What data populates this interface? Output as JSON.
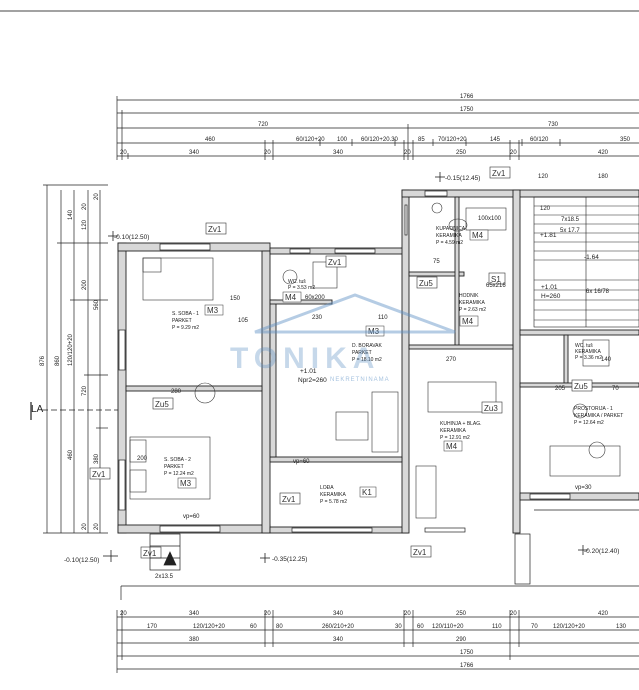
{
  "page": {
    "name": "Floor plan drawing"
  },
  "dimensions": {
    "top": {
      "total_1": "1766",
      "total_2": "1750",
      "seg_720": "720",
      "seg_730": "730",
      "seg_460": "460",
      "o1": "60/120+20",
      "seg_100": "100",
      "o2": "60/120+20.30",
      "seg_85": "85",
      "o3": "70/120+20",
      "seg_145": "145",
      "o4": "60/120",
      "seg_350": "350",
      "w20a": "20",
      "w340a": "340",
      "w20b": "20",
      "w340b": "340",
      "w20c": "20",
      "w250": "250",
      "w20d": "20",
      "w420": "420",
      "w120": "120",
      "w180": "180"
    },
    "bottom": {
      "total_1": "1766",
      "total_2": "1750",
      "w20a": "20",
      "w340a": "340",
      "w20b": "20",
      "w340b": "340",
      "w20c": "20",
      "w250": "250",
      "w20d": "20",
      "w420": "420",
      "s170": "170",
      "o1": "120/120+20",
      "s60": "60",
      "s80": "80",
      "o2": "260/210+20",
      "s30": "30",
      "s60b": "60",
      "o3": "120/110+20",
      "s110": "110",
      "s70": "70",
      "o4": "120/120+20",
      "s130": "130",
      "s380": "380",
      "s340": "340",
      "s290": "290"
    },
    "left": {
      "total": "876",
      "inner": "860",
      "mid": "120/120+20",
      "s720": "720",
      "s560": "560",
      "s460": "460",
      "s140": "140",
      "s20a": "20",
      "s120": "120",
      "s20b": "20",
      "s20c": "20",
      "s380": "380",
      "s20d": "20",
      "s200": "200"
    }
  },
  "levels": {
    "lv_nw": "-0.10(12.50)",
    "lv_ne": "-0.15(12.45)",
    "lv_sw": "-0.10(12.50)",
    "lv_s": "-0.35(12.25)",
    "lv_se": "-0.20(12.40)",
    "floor": "+1.01",
    "npr": "Npr2=260",
    "floor_r": "+1.01",
    "npr_r": "H=260",
    "lv_stair": "+1.81",
    "lv_stair2": "-1.64"
  },
  "rooms": [
    {
      "name": "S. SOBA - 1",
      "floor": "PARKET",
      "area": "P = 9.29 m2",
      "code": "M3"
    },
    {
      "name": "S. SOBA - 2",
      "floor": "PARKET",
      "area": "P = 12.24 m2",
      "code": "M3"
    },
    {
      "name": "WC. tuš",
      "floor": "",
      "area": "P = 3.53 m2",
      "code": "M4"
    },
    {
      "name": "D. BORAVAK",
      "floor": "PARKET",
      "area": "P = 18.10 m2",
      "code": "M3"
    },
    {
      "name": "LOĐA",
      "floor": "KERAMIKA",
      "area": "P = 5.78 m2",
      "code": "K1"
    },
    {
      "name": "KUPAONICA",
      "floor": "KERAMIKA",
      "area": "P = 4.59 m2",
      "code": "M4"
    },
    {
      "name": "HODNIK",
      "floor": "KERAMIKA",
      "area": "P = 2.63 m2",
      "code": "M4"
    },
    {
      "name": "KUHINJA + BLAG.",
      "floor": "KERAMIKA",
      "area": "P = 12.91 m2",
      "code": "M4"
    },
    {
      "name": "WC. tuš",
      "floor": "KERAMIKA",
      "area": "P = 3.36 m2",
      "code": ""
    },
    {
      "name": "PROSTORIJA - 1",
      "floor": "KERAMIKA / PARKET",
      "area": "P = 12.64 m2",
      "code": ""
    }
  ],
  "labels": {
    "zv": "Zv1",
    "zu5": "Zu5",
    "zu3": "Zu3",
    "s1": "S1",
    "la": "LA",
    "vp": "vp=60",
    "vp2": "vp=60",
    "vp3": "vp=30",
    "door1": "60x200",
    "door2": "65x216",
    "door3": "100x100",
    "door4": "6x 16/78",
    "door5": "7x18.5",
    "stair_sub": "5x 17.7",
    "misc_270": "270",
    "misc_205": "205",
    "misc_230": "230",
    "misc_110": "110",
    "misc_75": "75",
    "misc_105": "105",
    "misc_140": "140",
    "misc_70": "70",
    "misc_150": "150",
    "misc_280": "280",
    "misc_200": "200",
    "misc_120": "120",
    "misc_2x": "2x13.5"
  },
  "watermark": {
    "brand": "TONIKA",
    "sub": "NEKRETNINAMA"
  },
  "colors": {
    "line": "#222222",
    "wall_fill": "#d8d8d8",
    "watermark": "#5b8fc4"
  }
}
